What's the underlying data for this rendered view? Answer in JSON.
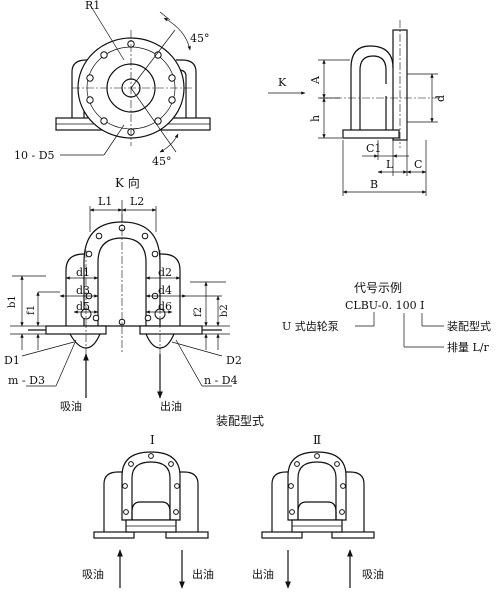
{
  "view_top": {
    "label_r1": "R1",
    "label_angle_1": "45°",
    "label_angle_2": "45°",
    "label_holes": "10 - D5",
    "caption": "K 向"
  },
  "view_side": {
    "label_k": "K",
    "label_a": "A",
    "label_h": "h",
    "label_d": "d",
    "label_c1": "C1",
    "label_l": "L",
    "label_c": "C",
    "label_b": "B"
  },
  "view_front": {
    "label_l1": "L1",
    "label_l2": "L2",
    "label_d1": "d1",
    "label_d2": "d2",
    "label_d3": "d3",
    "label_d4": "d4",
    "label_d5": "d5",
    "label_d6": "d6",
    "label_b1": "b1",
    "label_f1": "f1",
    "label_f2": "f2",
    "label_b2": "b2",
    "label_D1": "D1",
    "label_D2": "D2",
    "label_m_D3": "m - D3",
    "label_n_D4": "n - D4",
    "label_suction": "吸油",
    "label_discharge": "出油"
  },
  "code_example": {
    "title": "代号示例",
    "code": "CLBU-0. 100 Ⅰ",
    "pump_label": "U 式齿轮泵",
    "assembly_label": "装配型式",
    "flow_label": "排量 L/r"
  },
  "assembly": {
    "title": "装配型式",
    "type_1": "Ⅰ",
    "type_2": "Ⅱ",
    "t1_left": "吸油",
    "t1_right": "出油",
    "t2_left": "出油",
    "t2_right": "吸油"
  }
}
